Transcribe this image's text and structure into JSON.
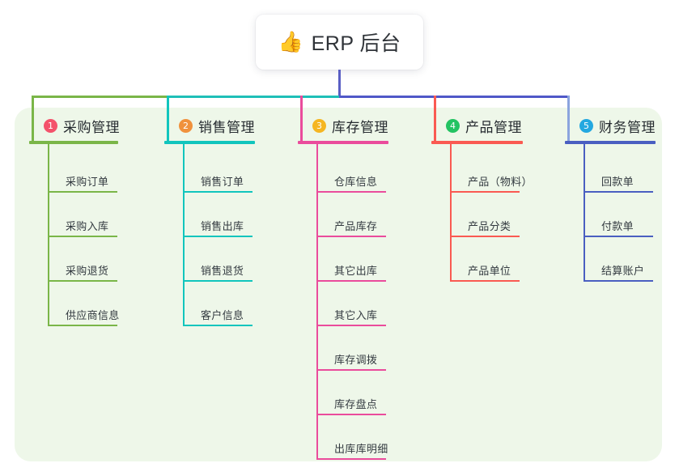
{
  "root": {
    "icon": "thumbs-up-icon",
    "emoji": "👍",
    "title": "ERP 后台"
  },
  "theme": {
    "panel_bg": "#eef7e9",
    "page_bg": "#ffffff",
    "root_stem": "#5a5fc4",
    "bus_left": "#1fbfb8",
    "bus_right": "#5058c8",
    "bus_far_left": "#7ab648"
  },
  "columns": [
    {
      "number": "1",
      "title": "采购管理",
      "badge_color": "#f4526b",
      "line_color": "#7ab648",
      "stem_color": "#7ab648",
      "items": [
        "采购订单",
        "采购入库",
        "采购退货",
        "供应商信息"
      ]
    },
    {
      "number": "2",
      "title": "销售管理",
      "badge_color": "#f0913c",
      "line_color": "#11c5bd",
      "stem_color": "#11c5bd",
      "items": [
        "销售订单",
        "销售出库",
        "销售退货",
        "客户信息"
      ]
    },
    {
      "number": "3",
      "title": "库存管理",
      "badge_color": "#f5b621",
      "line_color": "#ea4c9c",
      "stem_color": "#ea4c9c",
      "items": [
        "仓库信息",
        "产品库存",
        "其它出库",
        "其它入库",
        "库存调拨",
        "库存盘点",
        "出库库明细"
      ]
    },
    {
      "number": "4",
      "title": "产品管理",
      "badge_color": "#23c362",
      "line_color": "#fa5a52",
      "stem_color": "#fa5a52",
      "items": [
        "产品（物料）",
        "产品分类",
        "产品单位"
      ]
    },
    {
      "number": "5",
      "title": "财务管理",
      "badge_color": "#23a8e0",
      "line_color": "#4a5fc1",
      "stem_color": "#8ba4de",
      "items": [
        "回款单",
        "付款单",
        "结算账户"
      ]
    }
  ]
}
